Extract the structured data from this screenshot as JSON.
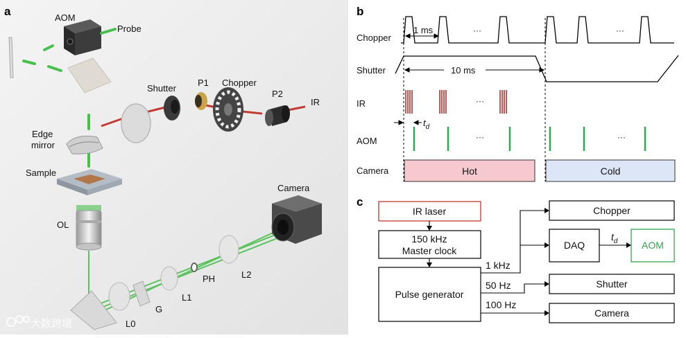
{
  "panel_a": {
    "letter": "a",
    "labels": {
      "aom": "AOM",
      "probe": "Probe",
      "shutter": "Shutter",
      "p1": "P1",
      "chopper": "Chopper",
      "p2": "P2",
      "ir": "IR",
      "edge_mirror_1": "Edge",
      "edge_mirror_2": "mirror",
      "sample": "Sample",
      "camera": "Camera",
      "ol": "OL",
      "ph": "PH",
      "l2": "L2",
      "l1": "L1",
      "g": "G",
      "l0": "L0"
    },
    "watermark": "大数跨境"
  },
  "panel_b": {
    "letter": "b",
    "rows": {
      "chopper": "Chopper",
      "shutter": "Shutter",
      "ir": "IR",
      "aom": "AOM",
      "camera": "Camera"
    },
    "annotations": {
      "one_ms": "1 ms",
      "ten_ms": "10 ms",
      "td": "t",
      "td_sub": "d",
      "ellipsis": "···"
    },
    "camera_states": {
      "hot": "Hot",
      "cold": "Cold"
    },
    "colors": {
      "ir": "#b0322b",
      "aom": "#2fa84f",
      "hot": "#f6c9cf",
      "cold": "#dde6f6"
    }
  },
  "panel_c": {
    "letter": "c",
    "blocks": {
      "ir_laser": "IR laser",
      "master_clock_1": "150 kHz",
      "master_clock_2": "Master clock",
      "pulse_generator": "Pulse generator",
      "chopper": "Chopper",
      "daq": "DAQ",
      "aom": "AOM",
      "shutter": "Shutter",
      "camera": "Camera"
    },
    "signals": {
      "f_1khz": "1 kHz",
      "f_50hz": "50 Hz",
      "f_100hz": "100 Hz",
      "td": "t",
      "td_sub": "d"
    },
    "colors": {
      "ir_laser_border": "#c0392b",
      "aom": "#2fa84f"
    }
  }
}
